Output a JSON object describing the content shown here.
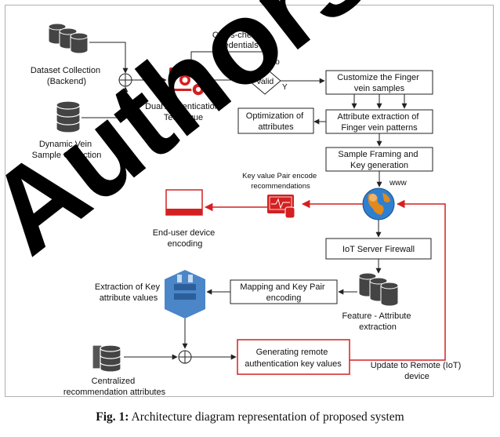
{
  "diagram": {
    "nodes": {
      "dataset_collection": [
        "Dataset Collection",
        "(Backend)"
      ],
      "dynamic_vein": [
        "Dynamic Vein",
        "Sample Collection"
      ],
      "cross_check": [
        "Cross-check",
        "credentials"
      ],
      "dual_auth": [
        "Dual Authentication",
        "Technique"
      ],
      "valid": "Valid",
      "no_label": "No",
      "yes_label": "Y",
      "customize": [
        "Customize the Finger",
        "vein samples"
      ],
      "attribute_extraction": [
        "Attribute extraction of",
        "Finger vein patterns"
      ],
      "optimization": [
        "Optimization of",
        "attributes"
      ],
      "sample_framing": [
        "Sample Framing and",
        "Key generation"
      ],
      "www": "www",
      "key_value_pair": [
        "Key value Pair encode",
        "recommendations"
      ],
      "end_device": [
        "End-user device",
        "encoding"
      ],
      "iot_firewall": "IoT Server Firewall",
      "mapping": [
        "Mapping and Key Pair",
        "encoding"
      ],
      "extraction_key": [
        "Extraction of Key",
        "attribute values"
      ],
      "feature_attribute": [
        "Feature - Attribute",
        "extraction"
      ],
      "centralized": [
        "Centralized",
        "recommendation attributes"
      ],
      "generating_remote": [
        "Generating remote",
        "authentication key values"
      ],
      "update_remote": [
        "Update to Remote (IoT)",
        "device"
      ]
    },
    "colors": {
      "accent_red": "#d42020",
      "line": "#222222",
      "globe_blue": "#2f7fd0",
      "globe_green": "#e08a1c",
      "aws_blue": "#4a86c8"
    }
  },
  "watermark": "Authors Pre-Print",
  "caption": {
    "label": "Fig. 1:",
    "text": "Architecture diagram representation of proposed system"
  }
}
